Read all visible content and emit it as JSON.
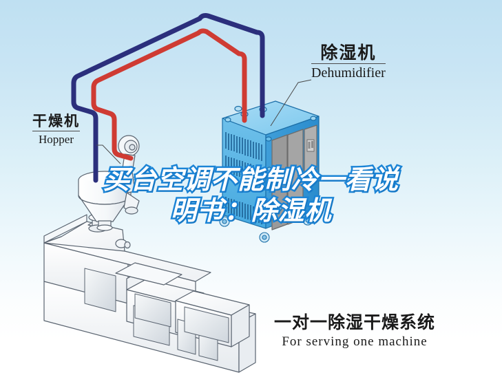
{
  "image": {
    "type": "technical-illustration",
    "subject": "one-to-one dehumidifying drying system for injection molding machine"
  },
  "background": {
    "top_color": "#bfe0f2",
    "bottom_color": "#ffffff"
  },
  "labels": {
    "dehumidifier": {
      "cn": "除湿机",
      "en": "Dehumidifier"
    },
    "hopper": {
      "cn": "干燥机",
      "en": "Hopper"
    }
  },
  "caption": {
    "cn": "一对一除湿干燥系统",
    "en": "For serving one machine"
  },
  "overlay_text": {
    "line1": "买台空调不能制冷一看说",
    "line2": "明书：除湿机",
    "fill_color": "#ffffff",
    "stroke_color": "#1b84d6"
  },
  "diagram": {
    "pipes": [
      {
        "name": "return-air-hose",
        "color": "#2b2f7c"
      },
      {
        "name": "hot-dry-air-hose",
        "color": "#cf3b33"
      }
    ],
    "dehumidifier_unit": {
      "body_color": "#5ab4e8",
      "top_color": "#9bd5f2",
      "side_color": "#2f92d8",
      "panel_color": "#9a9a9a",
      "casters": 4,
      "vent_rows": 2
    },
    "machine": {
      "name": "injection-molding-machine",
      "body_color": "#ffffff",
      "outline_color": "#5a6470"
    }
  }
}
